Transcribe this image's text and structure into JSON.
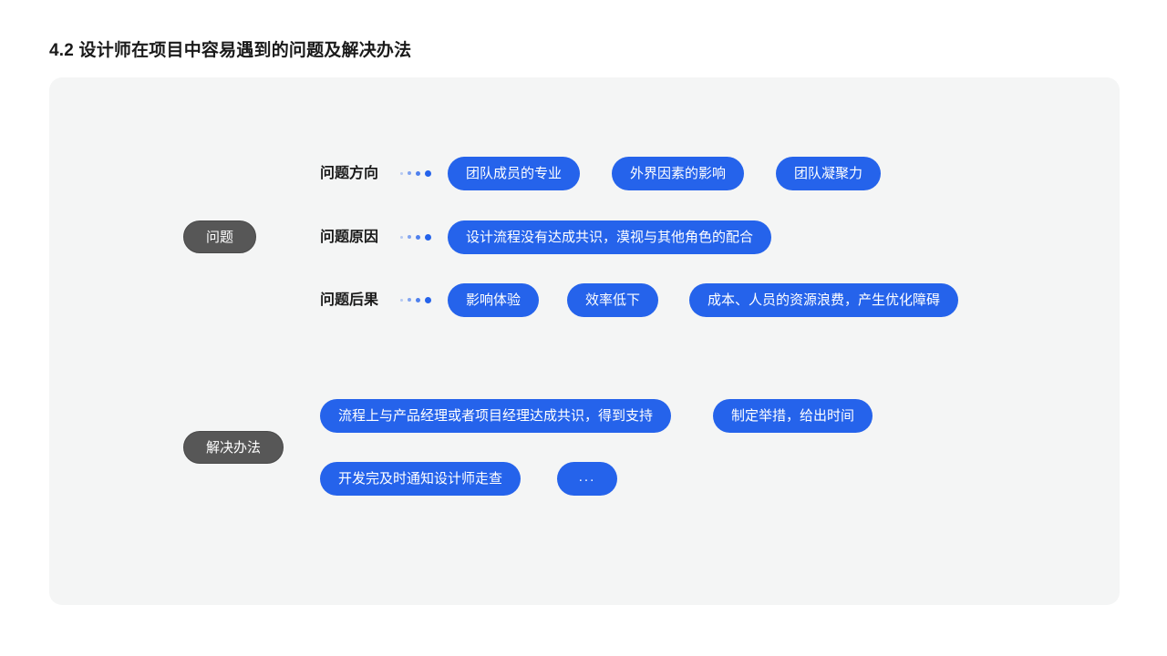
{
  "page": {
    "title": "4.2 设计师在项目中容易遇到的问题及解决办法"
  },
  "colors": {
    "accent_blue": "#2563EB",
    "dark_pill": "#575757",
    "board_background": "#F4F5F5",
    "page_background": "#FFFFFF",
    "title_text": "#1A1A1A"
  },
  "board": {
    "groups": [
      {
        "badge": "问题",
        "rows": [
          {
            "label": "问题方向",
            "connector": "four-dots",
            "items": [
              "团队成员的专业",
              "外界因素的影响",
              "团队凝聚力"
            ]
          },
          {
            "label": "问题原因",
            "connector": "four-dots",
            "items": [
              "设计流程没有达成共识，漠视与其他角色的配合"
            ]
          },
          {
            "label": "问题后果",
            "connector": "four-dots",
            "items": [
              "影响体验",
              "效率低下",
              "成本、人员的资源浪费，产生优化障碍"
            ]
          }
        ]
      },
      {
        "badge": "解决办法",
        "rows": [
          {
            "label": "",
            "connector": "none",
            "items": [
              "流程上与产品经理或者项目经理达成共识，得到支持",
              "制定举措，给出时间"
            ]
          },
          {
            "label": "",
            "connector": "none",
            "items": [
              "开发完及时通知设计师走查",
              "..."
            ]
          }
        ]
      }
    ]
  }
}
